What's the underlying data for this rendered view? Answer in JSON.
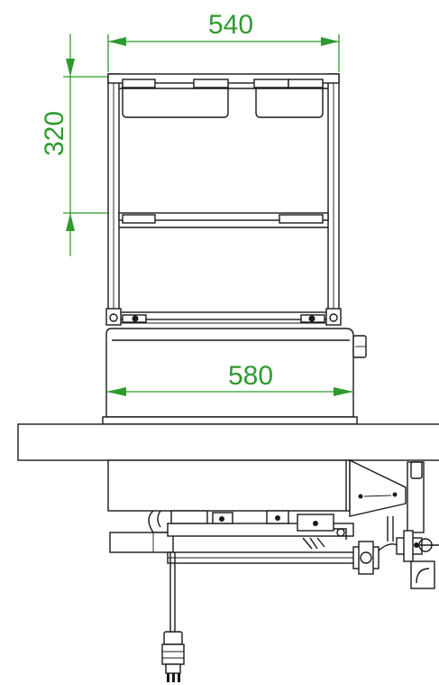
{
  "colors": {
    "dimension": "#2e9a2e",
    "line": "#1a1a1a",
    "background": "#ffffff"
  },
  "dimensions": {
    "top_width": "540",
    "rack_height": "320",
    "base_width": "580"
  }
}
